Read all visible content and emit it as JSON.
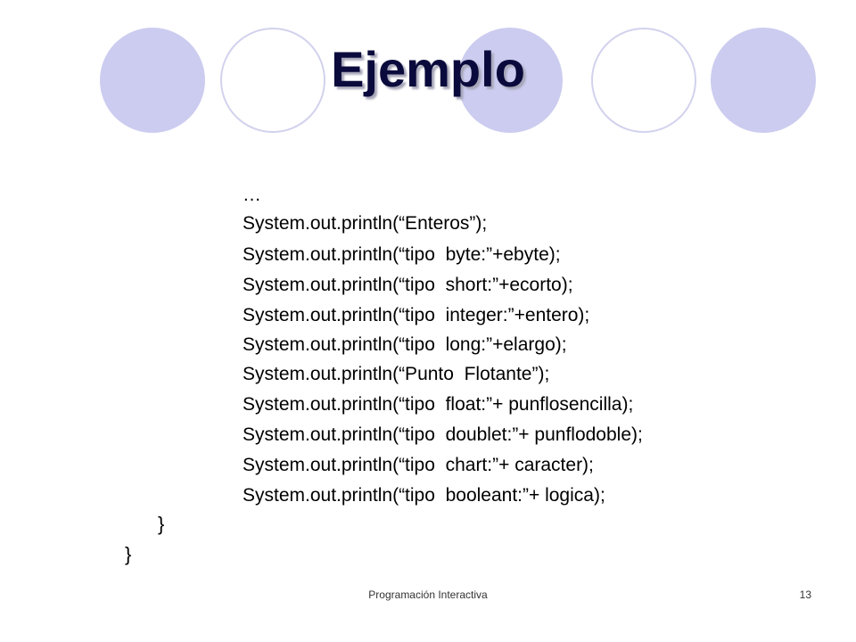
{
  "slide": {
    "title": "Ejemplo",
    "code_lines": [
      "…",
      "System.out.println(“Enteros”);",
      "System.out.println(“tipo  byte:”+ebyte);",
      "System.out.println(“tipo  short:”+ecorto);",
      "System.out.println(“tipo  integer:”+entero);",
      "System.out.println(“tipo  long:”+elargo);",
      "System.out.println(“Punto  Flotante”);",
      "System.out.println(“tipo  float:”+ punflosencilla);",
      "System.out.println(“tipo  doublet:”+ punflodoble);",
      "System.out.println(“tipo  chart:”+ caracter);",
      "System.out.println(“tipo  booleant:”+ logica);"
    ],
    "inner_brace": "}",
    "outer_brace": "}"
  },
  "footer": {
    "label": "Programación Interactiva",
    "page_number": "13"
  },
  "colors": {
    "circle_fill": "#ccccf0",
    "circle_outline": "#d2d2ee",
    "title": "#0a0a3c"
  }
}
